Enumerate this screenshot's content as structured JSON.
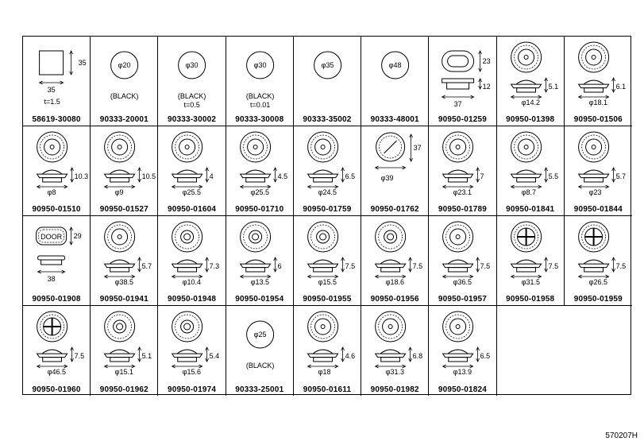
{
  "catalog_number": "570207H",
  "parts": [
    {
      "part_no": "58619-30080",
      "shape": "square",
      "labels": [
        "35",
        "35",
        "t=1.5"
      ]
    },
    {
      "part_no": "90333-20001",
      "shape": "disc",
      "labels": [
        "φ20",
        "(BLACK)"
      ]
    },
    {
      "part_no": "90333-30002",
      "shape": "disc",
      "labels": [
        "φ30",
        "(BLACK)",
        "t=0.5"
      ]
    },
    {
      "part_no": "90333-30008",
      "shape": "disc",
      "labels": [
        "φ30",
        "(BLACK)",
        "t=0.01"
      ]
    },
    {
      "part_no": "90333-35002",
      "shape": "disc",
      "labels": [
        "φ35"
      ]
    },
    {
      "part_no": "90333-48001",
      "shape": "disc",
      "labels": [
        "φ48"
      ]
    },
    {
      "part_no": "90950-01259",
      "shape": "oval",
      "labels": [
        "23",
        "12",
        "37"
      ]
    },
    {
      "part_no": "90950-01398",
      "shape": "grommet",
      "labels": [
        "5.1",
        "φ14.2"
      ]
    },
    {
      "part_no": "90950-01506",
      "shape": "grommet",
      "labels": [
        "6.1",
        "φ18.1"
      ]
    },
    {
      "part_no": "90950-01510",
      "shape": "plug",
      "labels": [
        "10.3",
        "φ8"
      ]
    },
    {
      "part_no": "90950-01527",
      "shape": "plug",
      "labels": [
        "10.5",
        "φ9"
      ]
    },
    {
      "part_no": "90950-01604",
      "shape": "grommet",
      "labels": [
        "4",
        "φ25.5"
      ]
    },
    {
      "part_no": "90950-01710",
      "shape": "grommet",
      "labels": [
        "4.5",
        "φ25.5"
      ]
    },
    {
      "part_no": "90950-01759",
      "shape": "grommet",
      "labels": [
        "6.5",
        "φ24.5"
      ]
    },
    {
      "part_no": "90950-01762",
      "shape": "clip",
      "labels": [
        "37",
        "φ39"
      ]
    },
    {
      "part_no": "90950-01789",
      "shape": "grommet",
      "labels": [
        "7",
        "φ23.1"
      ]
    },
    {
      "part_no": "90950-01841",
      "shape": "grommet",
      "labels": [
        "5.5",
        "φ8.7"
      ]
    },
    {
      "part_no": "90950-01844",
      "shape": "grommet",
      "labels": [
        "5.7",
        "φ23"
      ]
    },
    {
      "part_no": "90950-01908",
      "shape": "door",
      "labels": [
        "DOOR",
        "29",
        "38"
      ]
    },
    {
      "part_no": "90950-01941",
      "shape": "grommet",
      "labels": [
        "5.7",
        "φ38.5"
      ]
    },
    {
      "part_no": "90950-01948",
      "shape": "boot",
      "labels": [
        "7.3",
        "φ10.4"
      ]
    },
    {
      "part_no": "90950-01954",
      "shape": "boot",
      "labels": [
        "6",
        "φ13.5"
      ]
    },
    {
      "part_no": "90950-01955",
      "shape": "boot",
      "labels": [
        "7.5",
        "φ15.5"
      ]
    },
    {
      "part_no": "90950-01956",
      "shape": "boot",
      "labels": [
        "7.5",
        "φ18.6"
      ]
    },
    {
      "part_no": "90950-01957",
      "shape": "grommet",
      "labels": [
        "7.5",
        "φ36.5"
      ]
    },
    {
      "part_no": "90950-01958",
      "shape": "cross",
      "labels": [
        "7.5",
        "φ31.5"
      ]
    },
    {
      "part_no": "90950-01959",
      "shape": "cross",
      "labels": [
        "7.5",
        "φ26.5"
      ]
    },
    {
      "part_no": "90950-01960",
      "shape": "cross",
      "labels": [
        "7.5",
        "φ46.5"
      ]
    },
    {
      "part_no": "90950-01962",
      "shape": "boot",
      "labels": [
        "5.1",
        "φ15.1"
      ]
    },
    {
      "part_no": "90950-01974",
      "shape": "boot",
      "labels": [
        "5.4",
        "φ15.6"
      ]
    },
    {
      "part_no": "90333-25001",
      "shape": "disc",
      "labels": [
        "φ25",
        "(BLACK)"
      ]
    },
    {
      "part_no": "90950-01611",
      "shape": "grommet",
      "labels": [
        "4.6",
        "φ18"
      ]
    },
    {
      "part_no": "90950-01982",
      "shape": "grommet",
      "labels": [
        "6.8",
        "φ31.3"
      ]
    },
    {
      "part_no": "90950-01824",
      "shape": "grommet",
      "labels": [
        "6.5",
        "φ13.9"
      ]
    }
  ]
}
